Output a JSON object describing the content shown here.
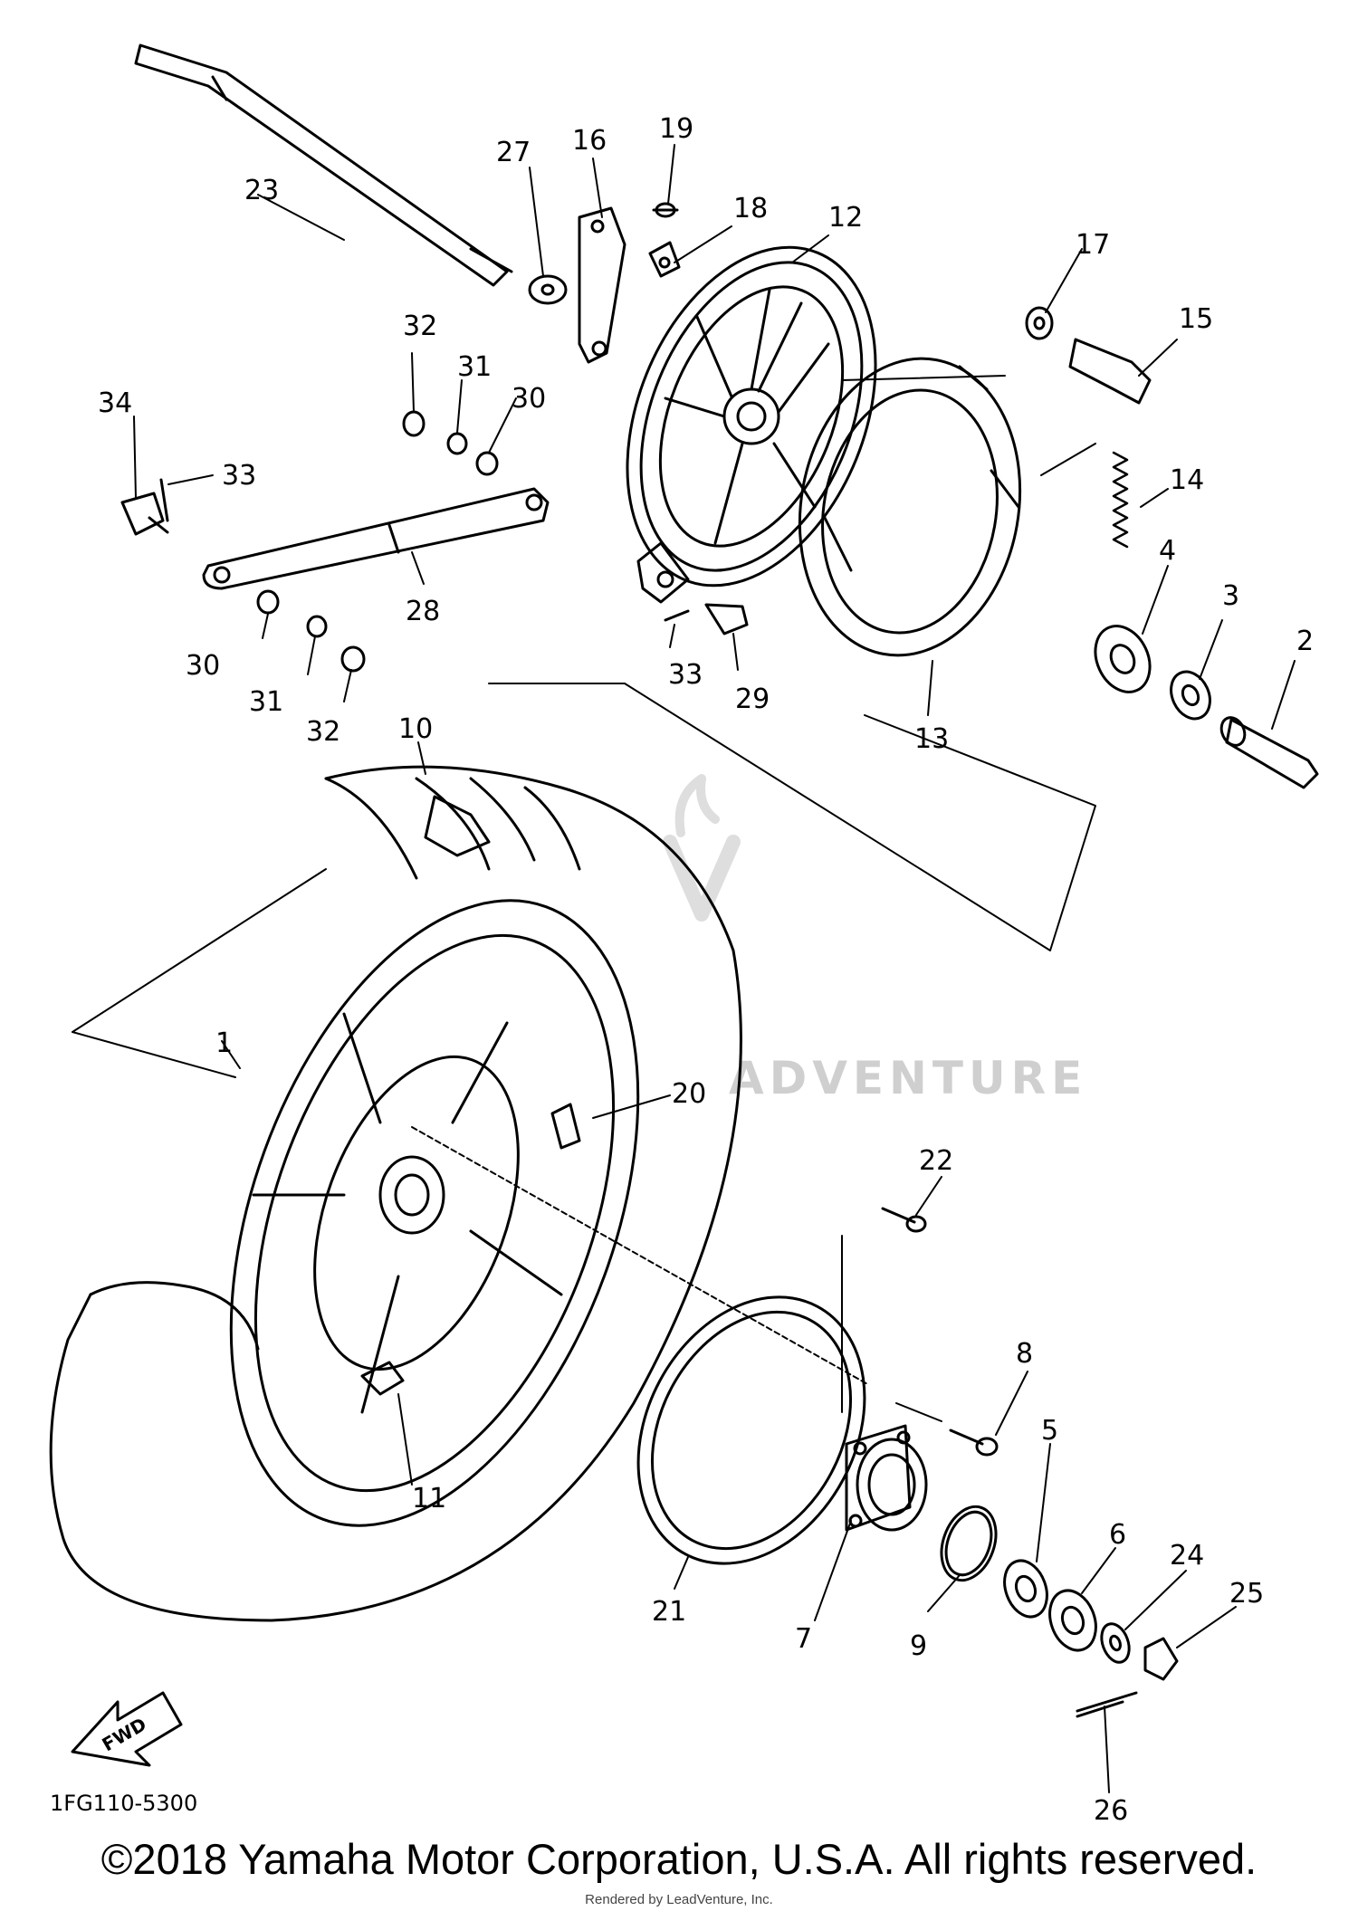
{
  "diagram": {
    "code": "1FG110-5300",
    "fwd_label": "FWD",
    "watermark_text": "ADVENTURE",
    "part_numbers": {
      "p1": "1",
      "p2": "2",
      "p3": "3",
      "p4": "4",
      "p5": "5",
      "p6": "6",
      "p7": "7",
      "p8": "8",
      "p9": "9",
      "p10": "10",
      "p11": "11",
      "p12": "12",
      "p13": "13",
      "p14": "14",
      "p15": "15",
      "p16": "16",
      "p17": "17",
      "p18": "18",
      "p19": "19",
      "p20": "20",
      "p21": "21",
      "p22": "22",
      "p23": "23",
      "p24": "24",
      "p25": "25",
      "p26": "26",
      "p27": "27",
      "p28": "28",
      "p29": "29",
      "p30a": "30",
      "p30b": "30",
      "p31a": "31",
      "p31b": "31",
      "p32a": "32",
      "p32b": "32",
      "p33a": "33",
      "p33b": "33",
      "p34": "34"
    }
  },
  "footer": {
    "copyright": "©2018 Yamaha Motor Corporation, U.S.A. All rights reserved.",
    "rendered_by": "Rendered by LeadVenture, Inc."
  }
}
